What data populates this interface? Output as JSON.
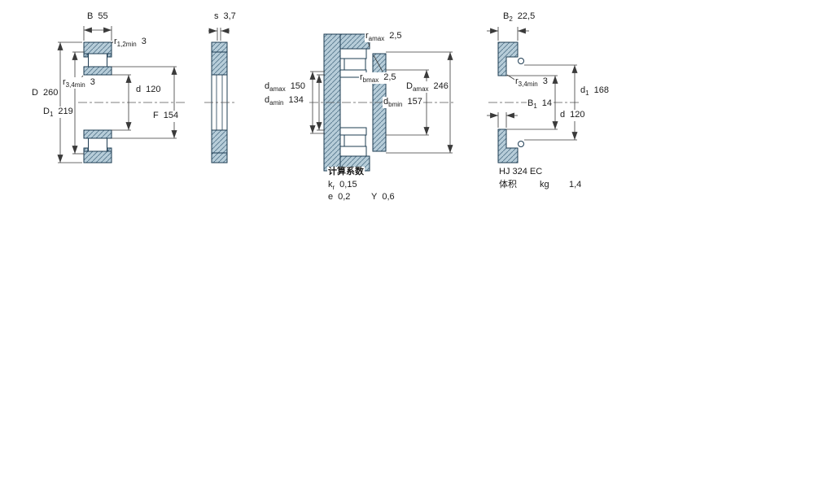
{
  "colors": {
    "section_fill": "#b7cdd9",
    "hatch_line": "#56788e",
    "outline": "#1e3c52",
    "dim_line": "#3a3a3a",
    "text": "#1a1a1a"
  },
  "bearing_view": {
    "B": {
      "sym": "B",
      "sub": "",
      "val": "55"
    },
    "r12min": {
      "sym": "r",
      "sub": "1,2min",
      "val": "3"
    },
    "r34min": {
      "sym": "r",
      "sub": "3,4min",
      "val": "3"
    },
    "D": {
      "sym": "D",
      "sub": "",
      "val": "260"
    },
    "D1": {
      "sym": "D",
      "sub": "1",
      "val": "219"
    },
    "d": {
      "sym": "d",
      "sub": "",
      "val": "120"
    },
    "F": {
      "sym": "F",
      "sub": "",
      "val": "154"
    }
  },
  "side_view": {
    "s": {
      "sym": "s",
      "sub": "",
      "val": "3,7"
    }
  },
  "abutment_view": {
    "r_amax": {
      "sym": "r",
      "sub": "amax",
      "val": "2,5"
    },
    "r_bmax": {
      "sym": "r",
      "sub": "bmax",
      "val": "2,5"
    },
    "d_amax": {
      "sym": "d",
      "sub": "amax",
      "val": "150"
    },
    "d_amin": {
      "sym": "d",
      "sub": "amin",
      "val": "134"
    },
    "D_amax": {
      "sym": "D",
      "sub": "amax",
      "val": "246"
    },
    "d_bmin": {
      "sym": "d",
      "sub": "bmin",
      "val": "157"
    }
  },
  "calculation_factors": {
    "title": "计算系数",
    "k_r": {
      "sym": "k",
      "sub": "r",
      "val": "0,15"
    },
    "e": {
      "sym": "e",
      "sub": "",
      "val": "0,2"
    },
    "Y": {
      "sym": "Y",
      "sub": "",
      "val": "0,6"
    }
  },
  "angle_ring_view": {
    "B2": {
      "sym": "B",
      "sub": "2",
      "val": "22,5"
    },
    "r34min": {
      "sym": "r",
      "sub": "3,4min",
      "val": "3"
    },
    "d1": {
      "sym": "d",
      "sub": "1",
      "val": "168"
    },
    "B1": {
      "sym": "B",
      "sub": "1",
      "val": "14"
    },
    "d": {
      "sym": "d",
      "sub": "",
      "val": "120"
    },
    "designation": "HJ 324 EC",
    "mass": {
      "label": "体积",
      "unit": "kg",
      "val": "1,4"
    }
  }
}
